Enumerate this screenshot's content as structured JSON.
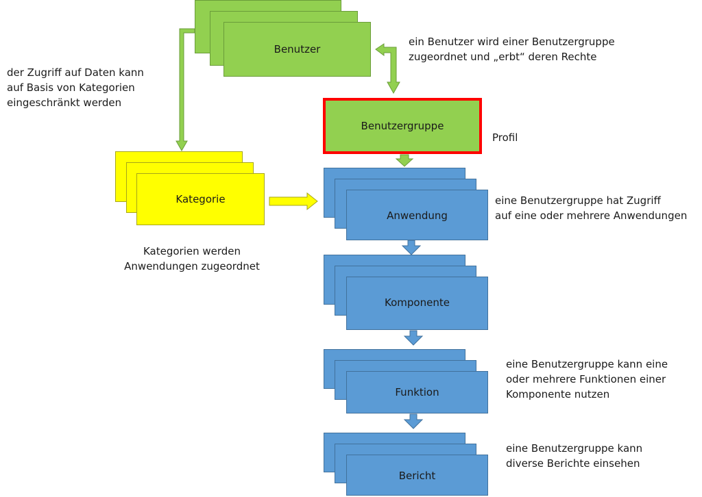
{
  "nodes": {
    "benutzer": "Benutzer",
    "benutzergruppe": "Benutzergruppe",
    "kategorie": "Kategorie",
    "anwendung": "Anwendung",
    "komponente": "Komponente",
    "funktion": "Funktion",
    "bericht": "Bericht"
  },
  "notes": {
    "zugriff_daten": "der Zugriff auf Daten kann\nauf Basis von Kategorien\neingeschränkt werden",
    "benutzer_gruppe": "ein Benutzer wird einer Benutzergruppe\nzugeordnet und „erbt“ deren Rechte",
    "profil": "Profil",
    "kategorien_anwendungen": "Kategorien werden\nAnwendungen zugeordnet",
    "gruppe_anwendungen": "eine Benutzergruppe hat Zugriff\nauf eine oder mehrere Anwendungen",
    "gruppe_funktionen": "eine Benutzergruppe kann eine\noder mehrere Funktionen einer\nKomponente nutzen",
    "gruppe_berichte": "eine Benutzergruppe kann\ndiverse Berichte einsehen"
  },
  "colors": {
    "green": "#92d050",
    "yellow": "#ffff00",
    "blue": "#5b9bd5",
    "highlight_border": "#ff0000"
  }
}
